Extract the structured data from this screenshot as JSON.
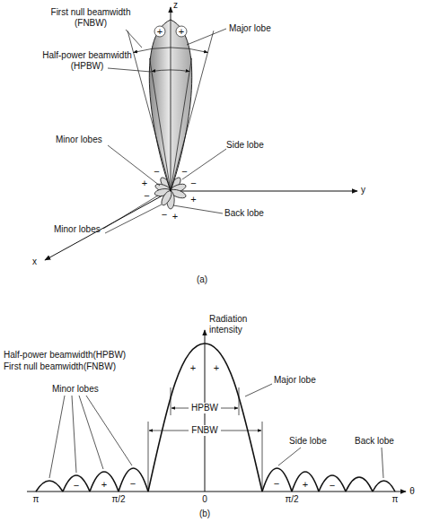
{
  "diagram": {
    "labels": [
      "z",
      "First null beamwidth (FNBW)",
      "Major lobe",
      "Half-power beamwidth (HPBW)",
      "+",
      "+",
      "Minor lobes",
      "Side lobe",
      "−",
      "−",
      "+",
      "−",
      "+",
      "−",
      "+",
      "−",
      "y",
      "Back lobe",
      "Minor lobes",
      "x",
      "(a)",
      "Radiation intensity",
      "Half-power beamwidth(HPBW)",
      "First null beamwidth(FNBW)",
      "Minor lobes",
      "+",
      "+",
      "Major lobe",
      "HPBW",
      "FNBW",
      "Side lobe",
      "Back lobe",
      "−",
      "+",
      "−",
      "−",
      "+",
      "−",
      "π",
      "π/2",
      "0",
      "π/2",
      "π",
      "θ",
      "(b)"
    ]
  }
}
